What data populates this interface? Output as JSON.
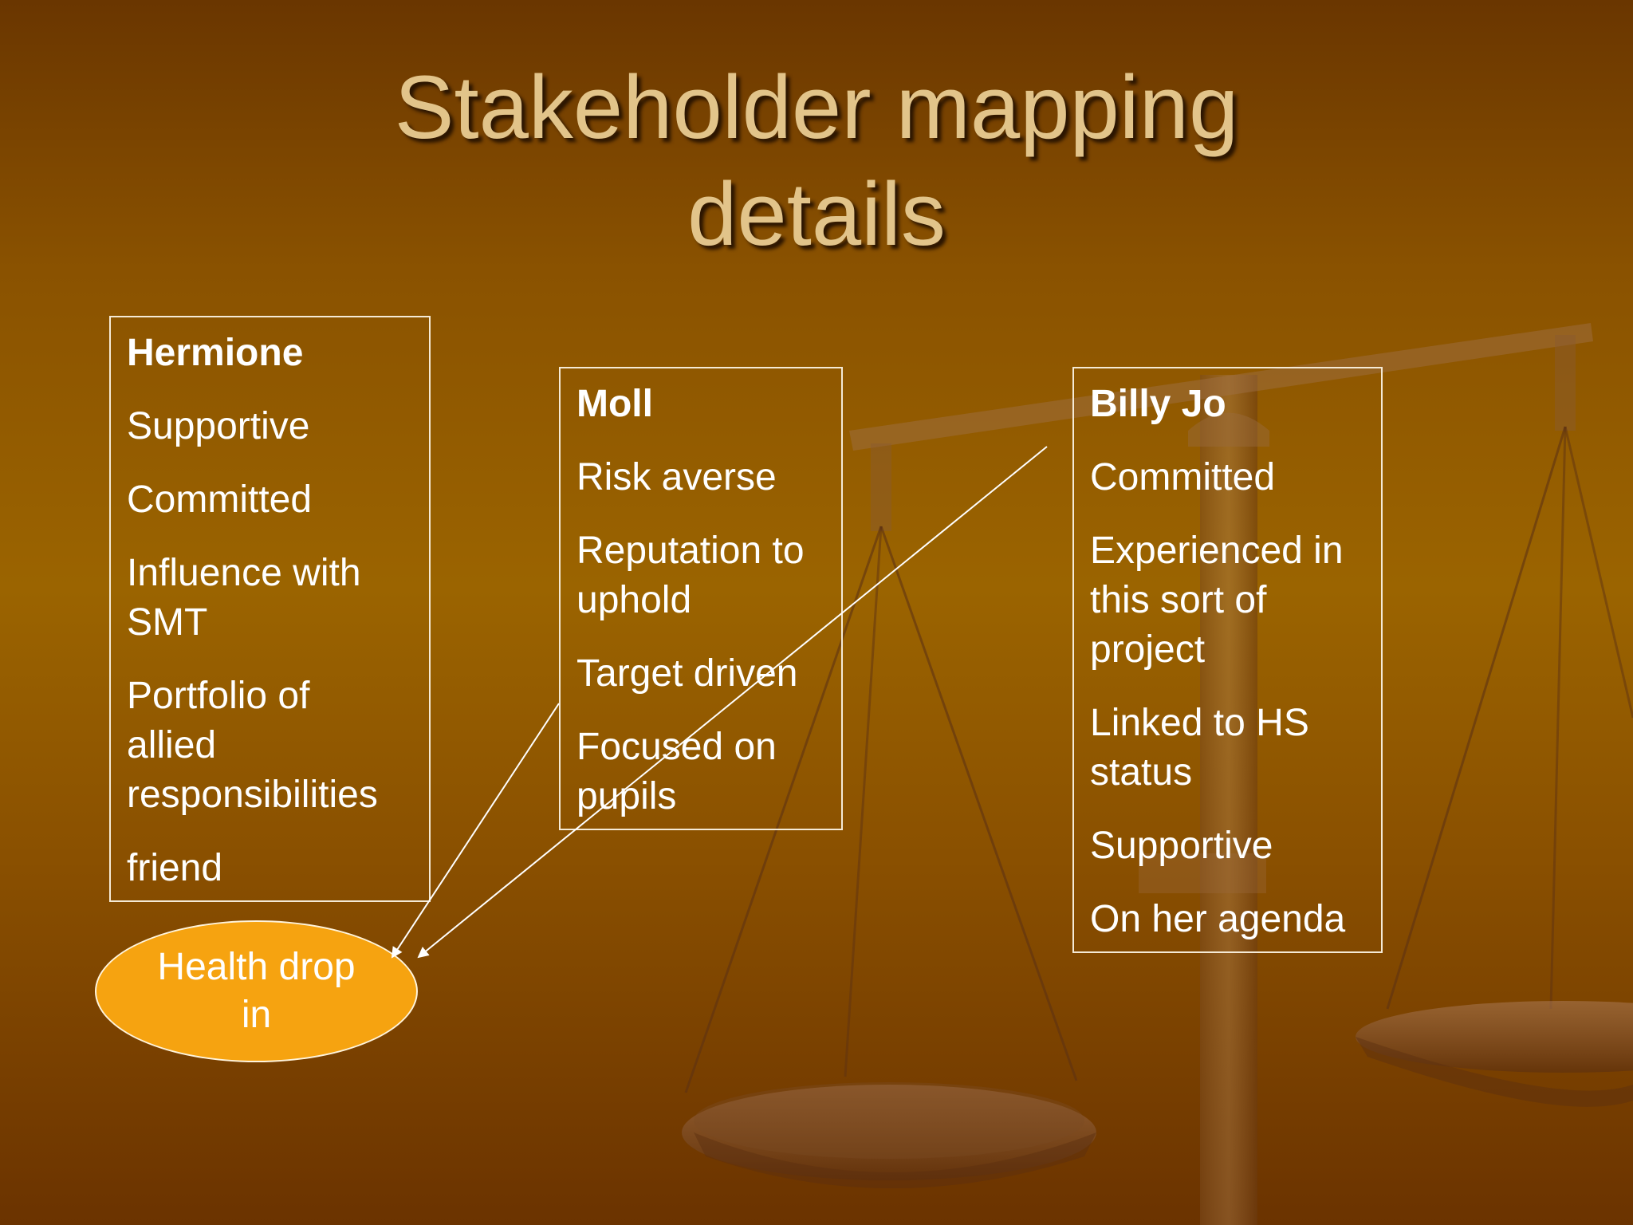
{
  "slide": {
    "title_line1": "Stakeholder mapping",
    "title_line2": "details"
  },
  "stakeholders": [
    {
      "name": "Hermione",
      "items": [
        "Supportive",
        "Committed",
        "Influence with SMT",
        "Portfolio of allied responsibilities",
        "friend"
      ]
    },
    {
      "name": "Moll",
      "items": [
        "Risk averse",
        "Reputation to uphold",
        "Target driven",
        "Focused on pupils"
      ]
    },
    {
      "name": "Billy Jo",
      "items": [
        "Committed",
        "Experienced in this sort of project",
        "Linked to HS status",
        "Supportive",
        "On her agenda"
      ]
    }
  ],
  "target": {
    "label": "Health drop in"
  },
  "colors": {
    "title": "#e2c48a",
    "ellipse": "#f6a310",
    "text": "#ffffff"
  }
}
